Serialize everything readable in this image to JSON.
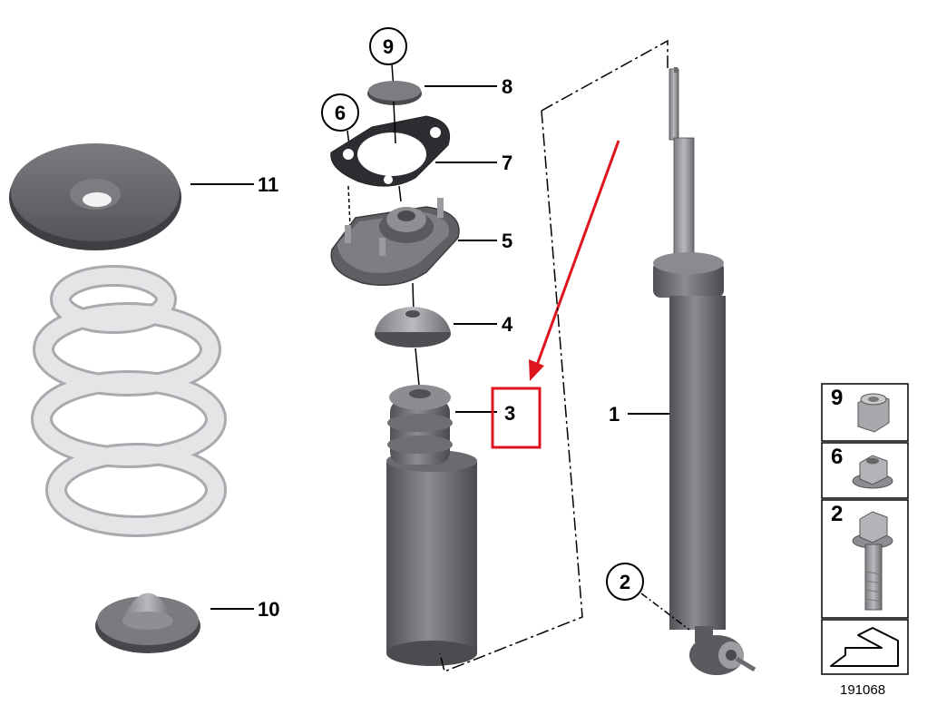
{
  "diagram": {
    "callouts": {
      "c1": "1",
      "c3": "3",
      "c4": "4",
      "c5": "5",
      "c7": "7",
      "c8": "8",
      "c10": "10",
      "c11": "11"
    },
    "circled": {
      "c9": "9",
      "c6": "6",
      "c2": "2"
    },
    "legend": {
      "items": [
        "9",
        "6",
        "2"
      ]
    },
    "reference_number": "191068",
    "colors": {
      "part_dark": "#5f6063",
      "part_mid": "#7d7e82",
      "part_light": "#a9aaad",
      "spring": "#dedfe1",
      "highlight": "#e0141e"
    }
  }
}
